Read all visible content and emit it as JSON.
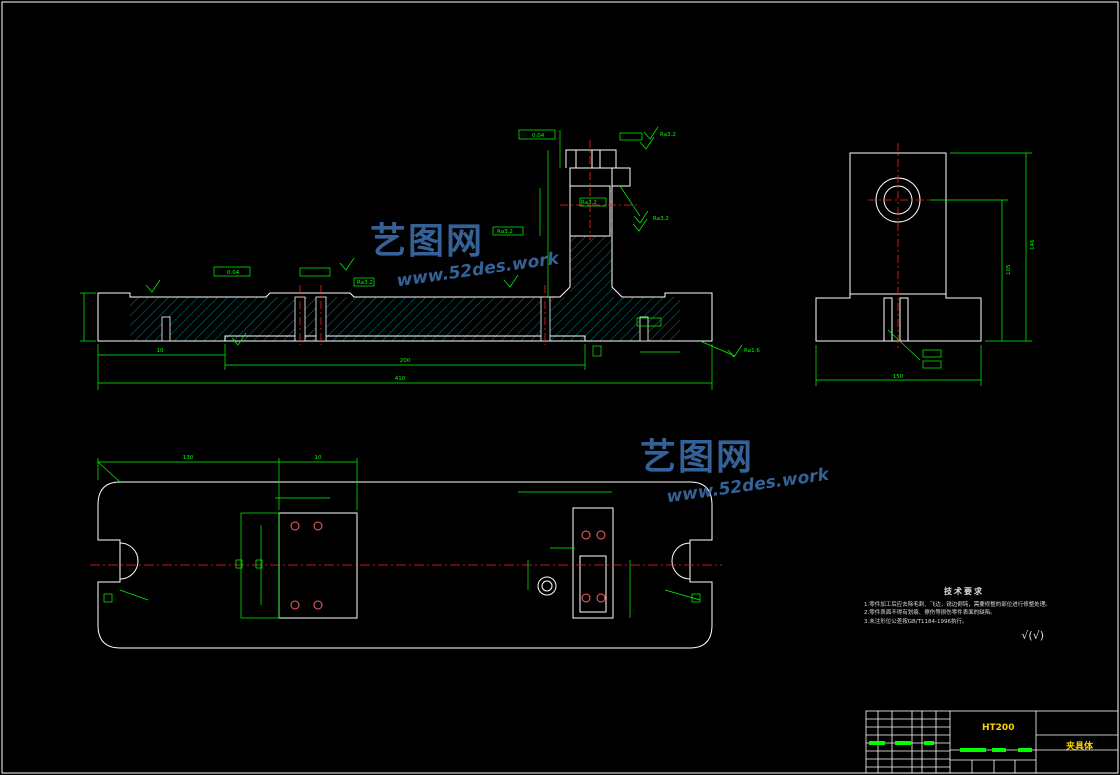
{
  "drawing": {
    "colors": {
      "background": "#000000",
      "outline": "#ffffff",
      "dimension": "#00ff00",
      "centerline": "#ff2020",
      "hatch": "#00d0d0",
      "watermark": "#4682c8"
    },
    "dimensions": {
      "overall_length": "410",
      "inner_length": "200",
      "height": "146",
      "side_height": "105",
      "side_width": "150",
      "plan_left": "130",
      "dim_10": "10"
    },
    "roughness": {
      "ra_16": "Ra1.6",
      "ra_32": "Ra3.2"
    },
    "tolerance": {
      "flatness": "0.04"
    }
  },
  "watermark": {
    "brand_cn": "艺图网",
    "brand_url": "www.52des.work"
  },
  "technical_requirements": {
    "title": "技术要求",
    "items": [
      "1.零件加工后应去除毛刺、飞边，锐边倒钝，需要修整的部位进行修整处理。",
      "2.零件表面不得有划痕、擦伤等损伤零件表面的缺陷。",
      "3.未注形位公差按GB/T1184-1996执行。"
    ],
    "roughness_symbol": "√(√)"
  },
  "title_block": {
    "material": "HT200",
    "part_name": "夹具体"
  }
}
